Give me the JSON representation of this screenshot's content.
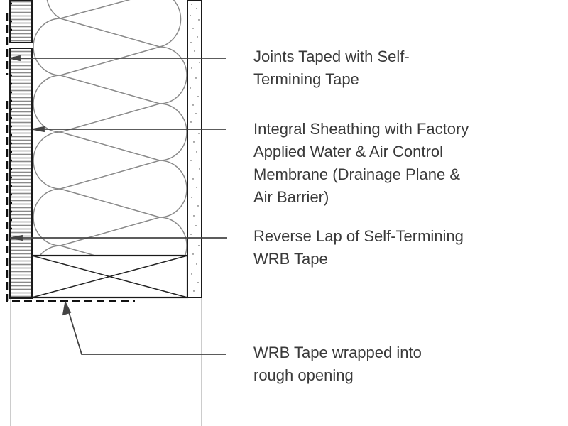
{
  "diagram": {
    "type": "wall-section-detail",
    "colors": {
      "background": "#ffffff",
      "linework": "#1a1a1a",
      "insulation": "#888888",
      "leader": "#444444",
      "text": "#3a3a3a"
    }
  },
  "callouts": [
    {
      "id": "joints",
      "text": "Joints Taped with Self-\nTermining Tape"
    },
    {
      "id": "sheathing",
      "text": "Integral Sheathing with Factory\nApplied Water & Air Control\nMembrane (Drainage Plane &\nAir Barrier)"
    },
    {
      "id": "reverse-lap",
      "text": "Reverse Lap of Self-Termining\nWRB Tape"
    },
    {
      "id": "wrb-wrap",
      "text": "WRB Tape wrapped into\nrough opening"
    }
  ]
}
